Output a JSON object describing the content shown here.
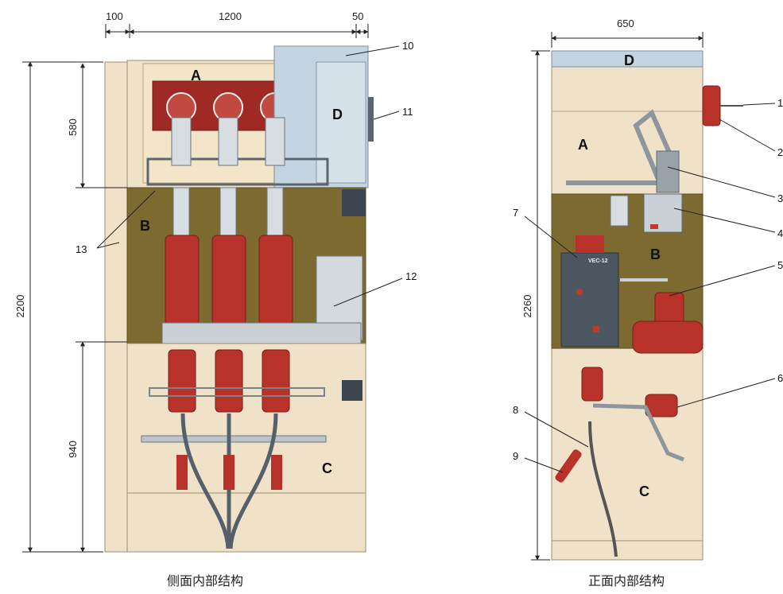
{
  "left_view": {
    "caption": "侧面内部结构",
    "dimensions": {
      "left_margin": "100",
      "width": "1200",
      "right_margin": "50",
      "total_height": "2200",
      "top_section": "580",
      "bottom_section": "940"
    },
    "zones": {
      "a": "A",
      "b": "B",
      "c": "C",
      "d": "D"
    },
    "callouts": [
      "10",
      "11",
      "12",
      "13"
    ]
  },
  "right_view": {
    "caption": "正面内部结构",
    "dimensions": {
      "width": "650",
      "total_height": "2260"
    },
    "zones": {
      "a": "A",
      "b": "B",
      "c": "C",
      "d": "D"
    },
    "callouts": [
      "1",
      "2",
      "3",
      "4",
      "5",
      "6",
      "7",
      "8",
      "9"
    ],
    "breaker_label": "VEC-12"
  },
  "colors": {
    "cabinet": "#efe2c8",
    "breaker_compartment": "#7c6a30",
    "insulator_red": "#b8322a",
    "top_hood": "#c4d4e0",
    "steel": "#c9d0d6"
  }
}
